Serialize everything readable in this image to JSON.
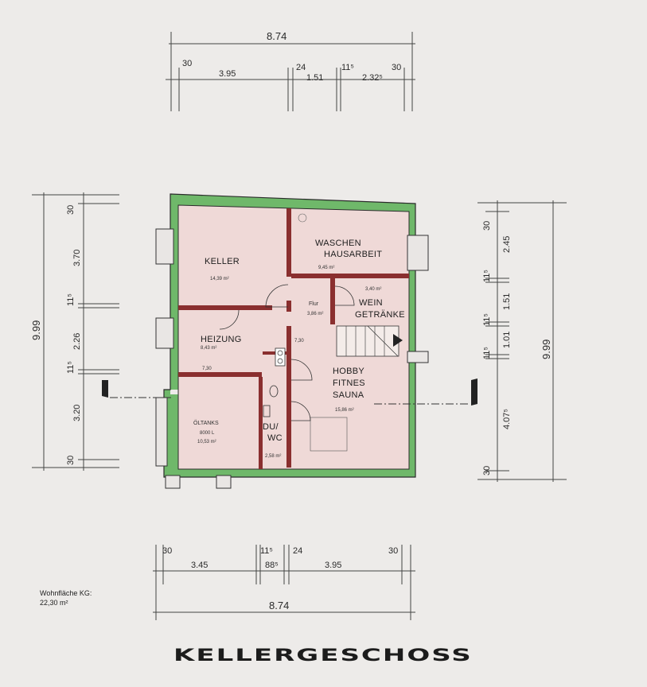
{
  "title": "KELLERGESCHOSS",
  "wohnflaeche": {
    "label": "Wohnfläche KG:",
    "value": "22,30 m²"
  },
  "rooms": {
    "keller": {
      "name": "KELLER",
      "area": "14,39 m²"
    },
    "waschen": {
      "name1": "WASCHEN",
      "name2": "HAUSARBEIT",
      "area": "9,45 m²"
    },
    "flur": {
      "name": "Flur",
      "area": "3,86 m²"
    },
    "wein": {
      "name1": "WEIN",
      "name2": "GETRÄNKE",
      "area": "3,40 m²"
    },
    "heizung": {
      "name": "HEIZUNG",
      "area": "8,43 m²"
    },
    "oeltanks": {
      "name1": "ÖLTANKS",
      "name2": "8000 L",
      "area": "10,53 m²"
    },
    "hobby": {
      "name1": "HOBBY",
      "name2": "FITNES",
      "name3": "SAUNA",
      "area": "15,86 m²"
    },
    "duwc": {
      "name1": "DU/",
      "name2": "WC",
      "area": "2,58 m²"
    }
  },
  "door_marks": [
    "7,30",
    "7,30"
  ],
  "dims_top": {
    "total": "8.74",
    "segs": [
      "30",
      "3.95",
      "24",
      "1.51",
      "11⁵",
      "2.32⁵",
      "30"
    ]
  },
  "dims_bottom": {
    "total": "8.74",
    "segs": [
      "30",
      "3.45",
      "11⁵",
      "88⁵",
      "24",
      "3.95",
      "30"
    ]
  },
  "dims_left": {
    "total": "9.99",
    "segs": [
      "30",
      "3.70",
      "11⁵",
      "2.26",
      "11⁵",
      "3.20",
      "30"
    ]
  },
  "dims_right": {
    "total": "9.99",
    "segs": [
      "30",
      "2.45",
      "11⁵",
      "1.51",
      "11⁵",
      "1.01",
      "11⁵",
      "4.07⁵",
      "30"
    ]
  },
  "colors": {
    "outer_wall": "#6fb86a",
    "inner_wall": "#8a2f2f",
    "room_fill": "#efd3d2",
    "paper": "#e9e6e4"
  }
}
